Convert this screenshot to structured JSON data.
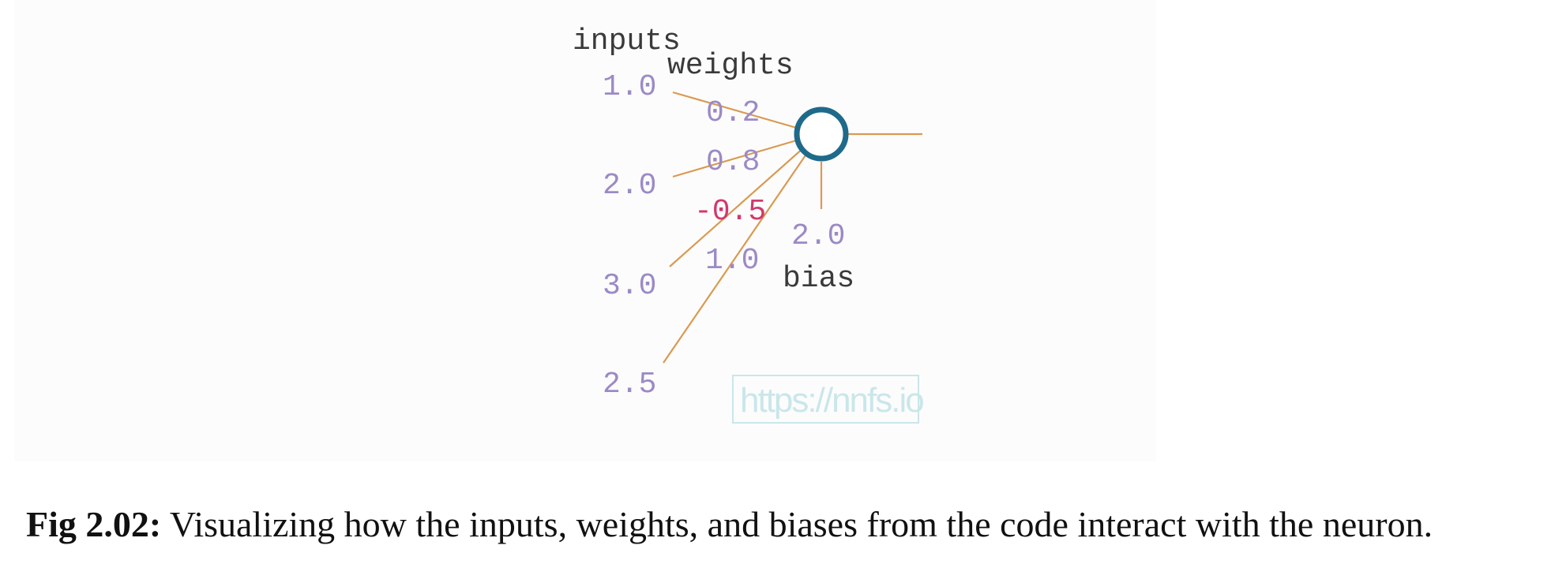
{
  "diagram": {
    "inputs_title": "inputs",
    "weights_title": "weights",
    "bias_title": "bias",
    "watermark": "https://nnfs.io",
    "inputs": [
      {
        "input": "1.0",
        "weight": "0.2"
      },
      {
        "input": "2.0",
        "weight": "0.8"
      },
      {
        "input": "3.0",
        "weight": "-0.5"
      },
      {
        "input": "2.5",
        "weight": "1.0"
      }
    ],
    "bias_value": "2.0",
    "colors": {
      "neuron_stroke": "#1f6a8a",
      "connection": "#d99a52",
      "value_text": "#9b8ac6",
      "negative_text": "#d2386b",
      "label_text": "#3a3a3a",
      "watermark": "#c9e7ea"
    }
  },
  "caption": {
    "label": "Fig 2.02:",
    "text": " Visualizing how the inputs, weights, and biases from the code interact with the neuron."
  }
}
